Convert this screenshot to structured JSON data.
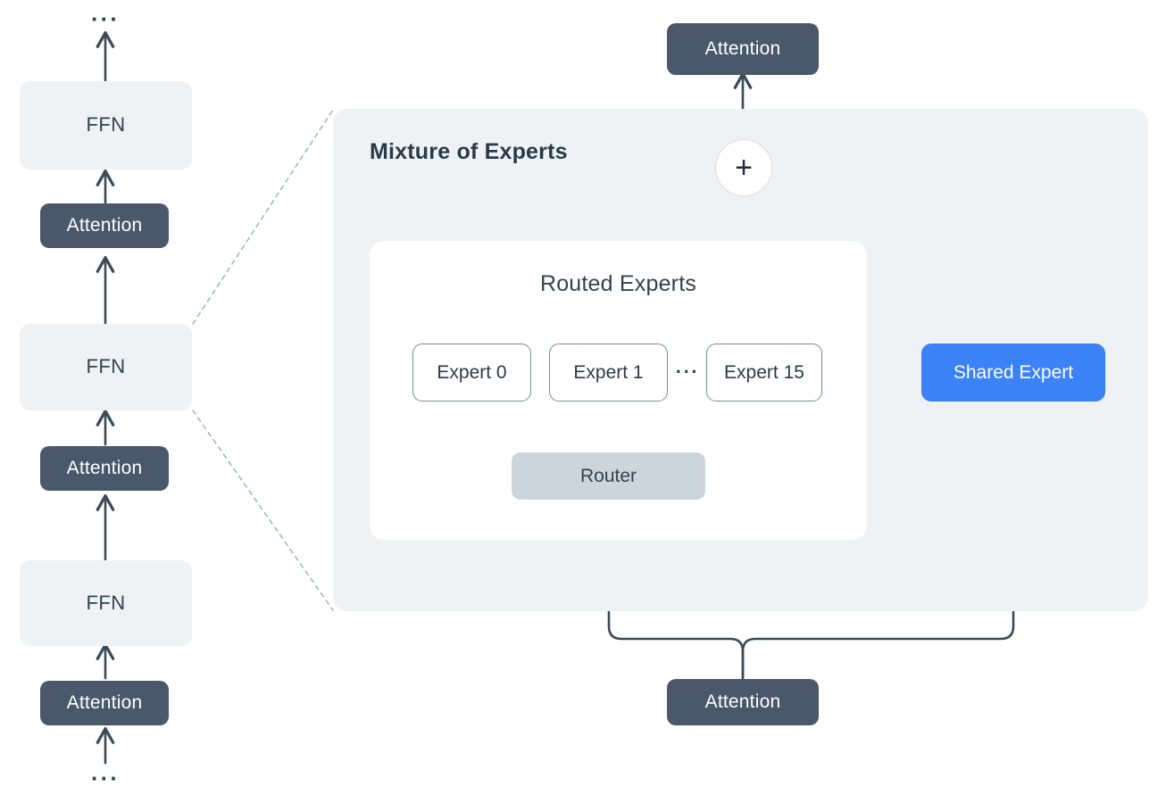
{
  "diagram": {
    "title_moe": "Mixture of Experts",
    "title_routed": "Routed Experts",
    "colors": {
      "background": "#ffffff",
      "panel": "#eef2f5",
      "card": "#ffffff",
      "attention": "#49586a",
      "ffn": "#eef2f5",
      "router": "#ccd4dc",
      "shared_expert": "#3b82f6",
      "edge": "#3a4a58",
      "dashed_connector": "#9fb0c4",
      "expert_border": "#7a8899",
      "text_dark": "#33424d",
      "text_light": "#ffffff"
    }
  },
  "left_stack": {
    "top_ellipsis": "···",
    "bottom_ellipsis": "···",
    "blocks": [
      {
        "id": "ffn-top",
        "label": "FFN",
        "type": "ffn"
      },
      {
        "id": "attention-upper",
        "label": "Attention",
        "type": "attention"
      },
      {
        "id": "ffn-middle",
        "label": "FFN",
        "type": "ffn"
      },
      {
        "id": "attention-middle",
        "label": "Attention",
        "type": "attention"
      },
      {
        "id": "ffn-bottom",
        "label": "FFN",
        "type": "ffn"
      },
      {
        "id": "attention-lower",
        "label": "Attention",
        "type": "attention"
      }
    ]
  },
  "moe": {
    "output_attention_label": "Attention",
    "input_attention_label": "Attention",
    "sum_symbol": "+",
    "router_label": "Router",
    "shared_expert_label": "Shared Expert",
    "experts": [
      {
        "label": "Expert 0"
      },
      {
        "label": "Expert 1"
      },
      {
        "label": "Expert 15"
      }
    ],
    "experts_gap_label": "···"
  }
}
